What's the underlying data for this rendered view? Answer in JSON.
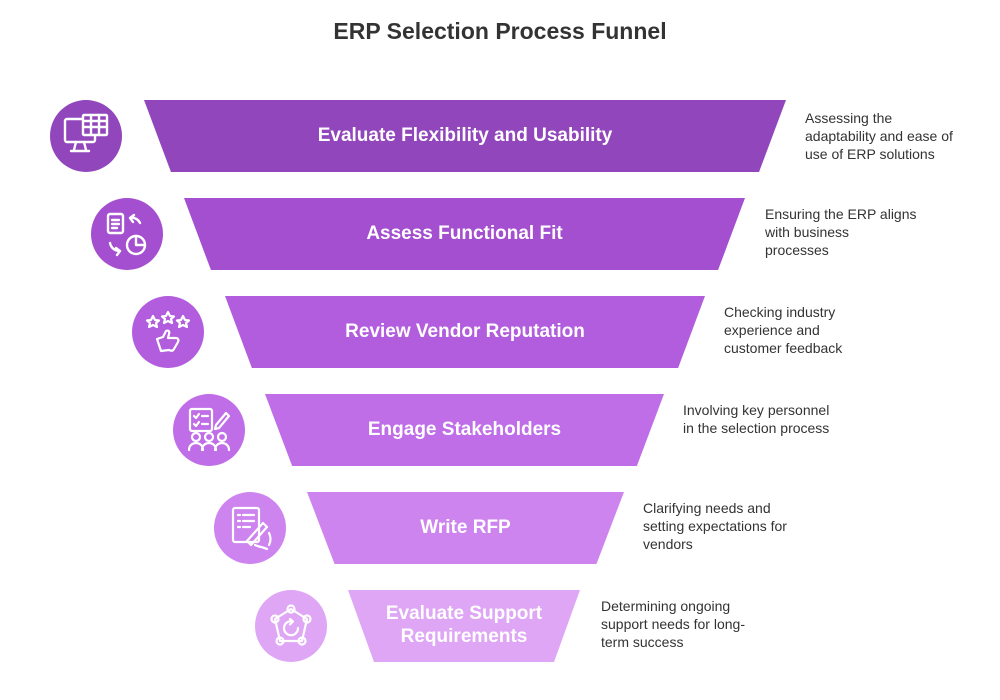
{
  "title": "ERP Selection Process Funnel",
  "stages": [
    {
      "label": "Evaluate Flexibility and Usability",
      "description": "Assessing the\nadaptability and ease of\nuse of ERP solutions",
      "color": "#9146bc",
      "icon": "computer-spreadsheet-icon"
    },
    {
      "label": "Assess Functional Fit",
      "description": "Ensuring the ERP aligns\nwith business\nprocesses",
      "color": "#a44fcf",
      "icon": "document-cycle-chart-icon"
    },
    {
      "label": "Review Vendor Reputation",
      "description": "Checking industry\nexperience and\ncustomer feedback",
      "color": "#b25cde",
      "icon": "stars-thumbs-up-icon"
    },
    {
      "label": "Engage Stakeholders",
      "description": "Involving key personnel\nin the selection process",
      "color": "#bf6ee8",
      "icon": "checklist-people-icon"
    },
    {
      "label": "Write RFP",
      "description": "Clarifying needs and\nsetting expectations for\nvendors",
      "color": "#cd84ef",
      "icon": "writing-document-icon"
    },
    {
      "label": "Evaluate Support Requirements",
      "description": "Determining ongoing\nsupport needs for long-\nterm success",
      "color": "#dfa6f5",
      "icon": "support-network-icon"
    }
  ]
}
